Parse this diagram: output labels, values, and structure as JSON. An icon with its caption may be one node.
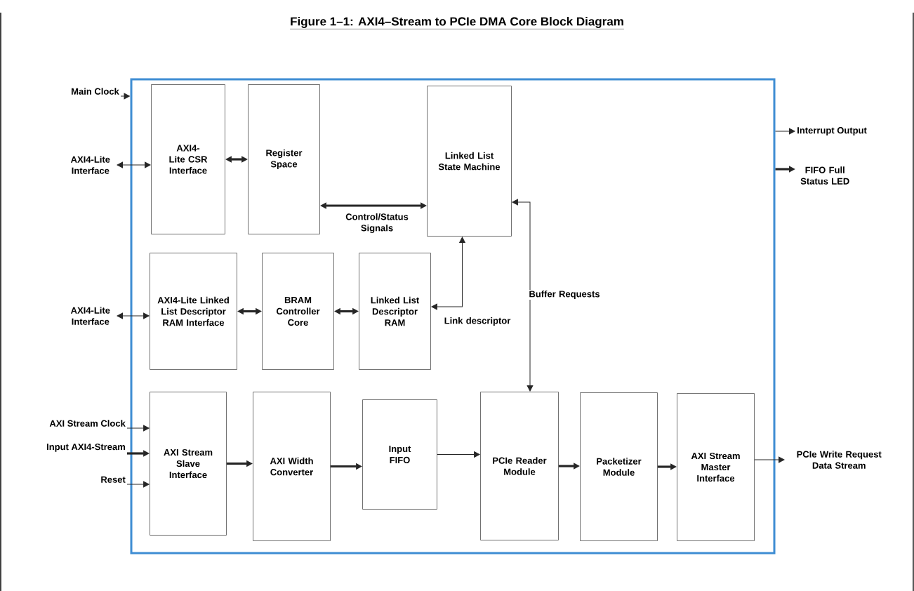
{
  "diagram": {
    "title": "Figure 1–1:  AXI4–Stream to PCIe DMA Core Block Diagram",
    "nodes": [
      {
        "text": [],
        "shape": "box"
      },
      {
        "text": [
          "Main Clock"
        ]
      },
      {
        "text": [
          "AXI4-Lite Interface"
        ]
      },
      {
        "text": [
          "AXI4-Lite CSR Interface"
        ],
        "in": 0
      },
      {
        "text": [
          "Register Space"
        ],
        "in": 0
      },
      {
        "text": [
          "Linked List State Machine"
        ],
        "in": 0
      },
      {
        "text": [
          "AXI4-Lite Linked List Descriptor RAM Interface"
        ],
        "in": 0
      },
      {
        "text": [
          "BRAM Controller Core"
        ],
        "in": 0
      },
      {
        "text": [
          "Linked List Descriptor RAM"
        ],
        "in": 0
      },
      {
        "text": [
          "AXI Stream Slave Interface"
        ],
        "in": 0
      },
      {
        "text": [
          "AXI Width Converter"
        ],
        "in": 0
      },
      {
        "text": [
          "Input FIFO"
        ],
        "in": 0
      },
      {
        "text": [
          "PCIe Reader Module"
        ],
        "in": 0
      },
      {
        "text": [
          "Packetizer Module"
        ],
        "in": 0
      },
      {
        "text": [
          "AXI Stream Master Interface"
        ],
        "in": 0
      },
      {
        "text": [
          "AXI4-Lite Interface"
        ]
      },
      {
        "text": [
          "AXI Stream Clock"
        ]
      },
      {
        "text": [
          "Input AXI4-Stream"
        ]
      },
      {
        "text": [
          "Reset"
        ]
      },
      {
        "text": [
          "Interrupt Output"
        ]
      },
      {
        "text": [
          "FIFO Full Status LED"
        ]
      },
      {
        "text": [
          "PCIe Write Request Data Stream"
        ]
      }
    ],
    "edges": [
      {
        "from": 1,
        "to": 0,
        "arrow": "to"
      },
      {
        "from": 2,
        "to": 3,
        "arrow": "both"
      },
      {
        "from": 3,
        "to": 4,
        "arrow": "both",
        "style": "thick"
      },
      {
        "from": 4,
        "to": 5,
        "arrow": "both",
        "style": "thick",
        "label": "Control/Status Signals"
      },
      {
        "from": 8,
        "to": 5,
        "arrow": "both",
        "label": "Link descriptor"
      },
      {
        "from": 5,
        "to": 12,
        "arrow": "both",
        "label": "Buffer Requests"
      },
      {
        "from": 15,
        "to": 6,
        "arrow": "both"
      },
      {
        "from": 6,
        "to": 7,
        "arrow": "both",
        "style": "thick"
      },
      {
        "from": 7,
        "to": 8,
        "arrow": "both",
        "style": "thick"
      },
      {
        "from": 16,
        "to": 9,
        "arrow": "to"
      },
      {
        "from": 17,
        "to": 9,
        "arrow": "to",
        "style": "thick"
      },
      {
        "from": 18,
        "to": 9,
        "arrow": "to"
      },
      {
        "from": 9,
        "to": 10,
        "arrow": "to",
        "style": "thick"
      },
      {
        "from": 10,
        "to": 11,
        "arrow": "to",
        "style": "thick"
      },
      {
        "from": 11,
        "to": 12,
        "arrow": "to"
      },
      {
        "from": 12,
        "to": 13,
        "arrow": "to",
        "style": "thick"
      },
      {
        "from": 13,
        "to": 14,
        "arrow": "to",
        "style": "thick"
      },
      {
        "from": 14,
        "to": 21,
        "arrow": "to"
      },
      {
        "from": 0,
        "to": 19,
        "arrow": "to"
      },
      {
        "from": 0,
        "to": 20,
        "arrow": "to",
        "style": "thick"
      }
    ]
  }
}
